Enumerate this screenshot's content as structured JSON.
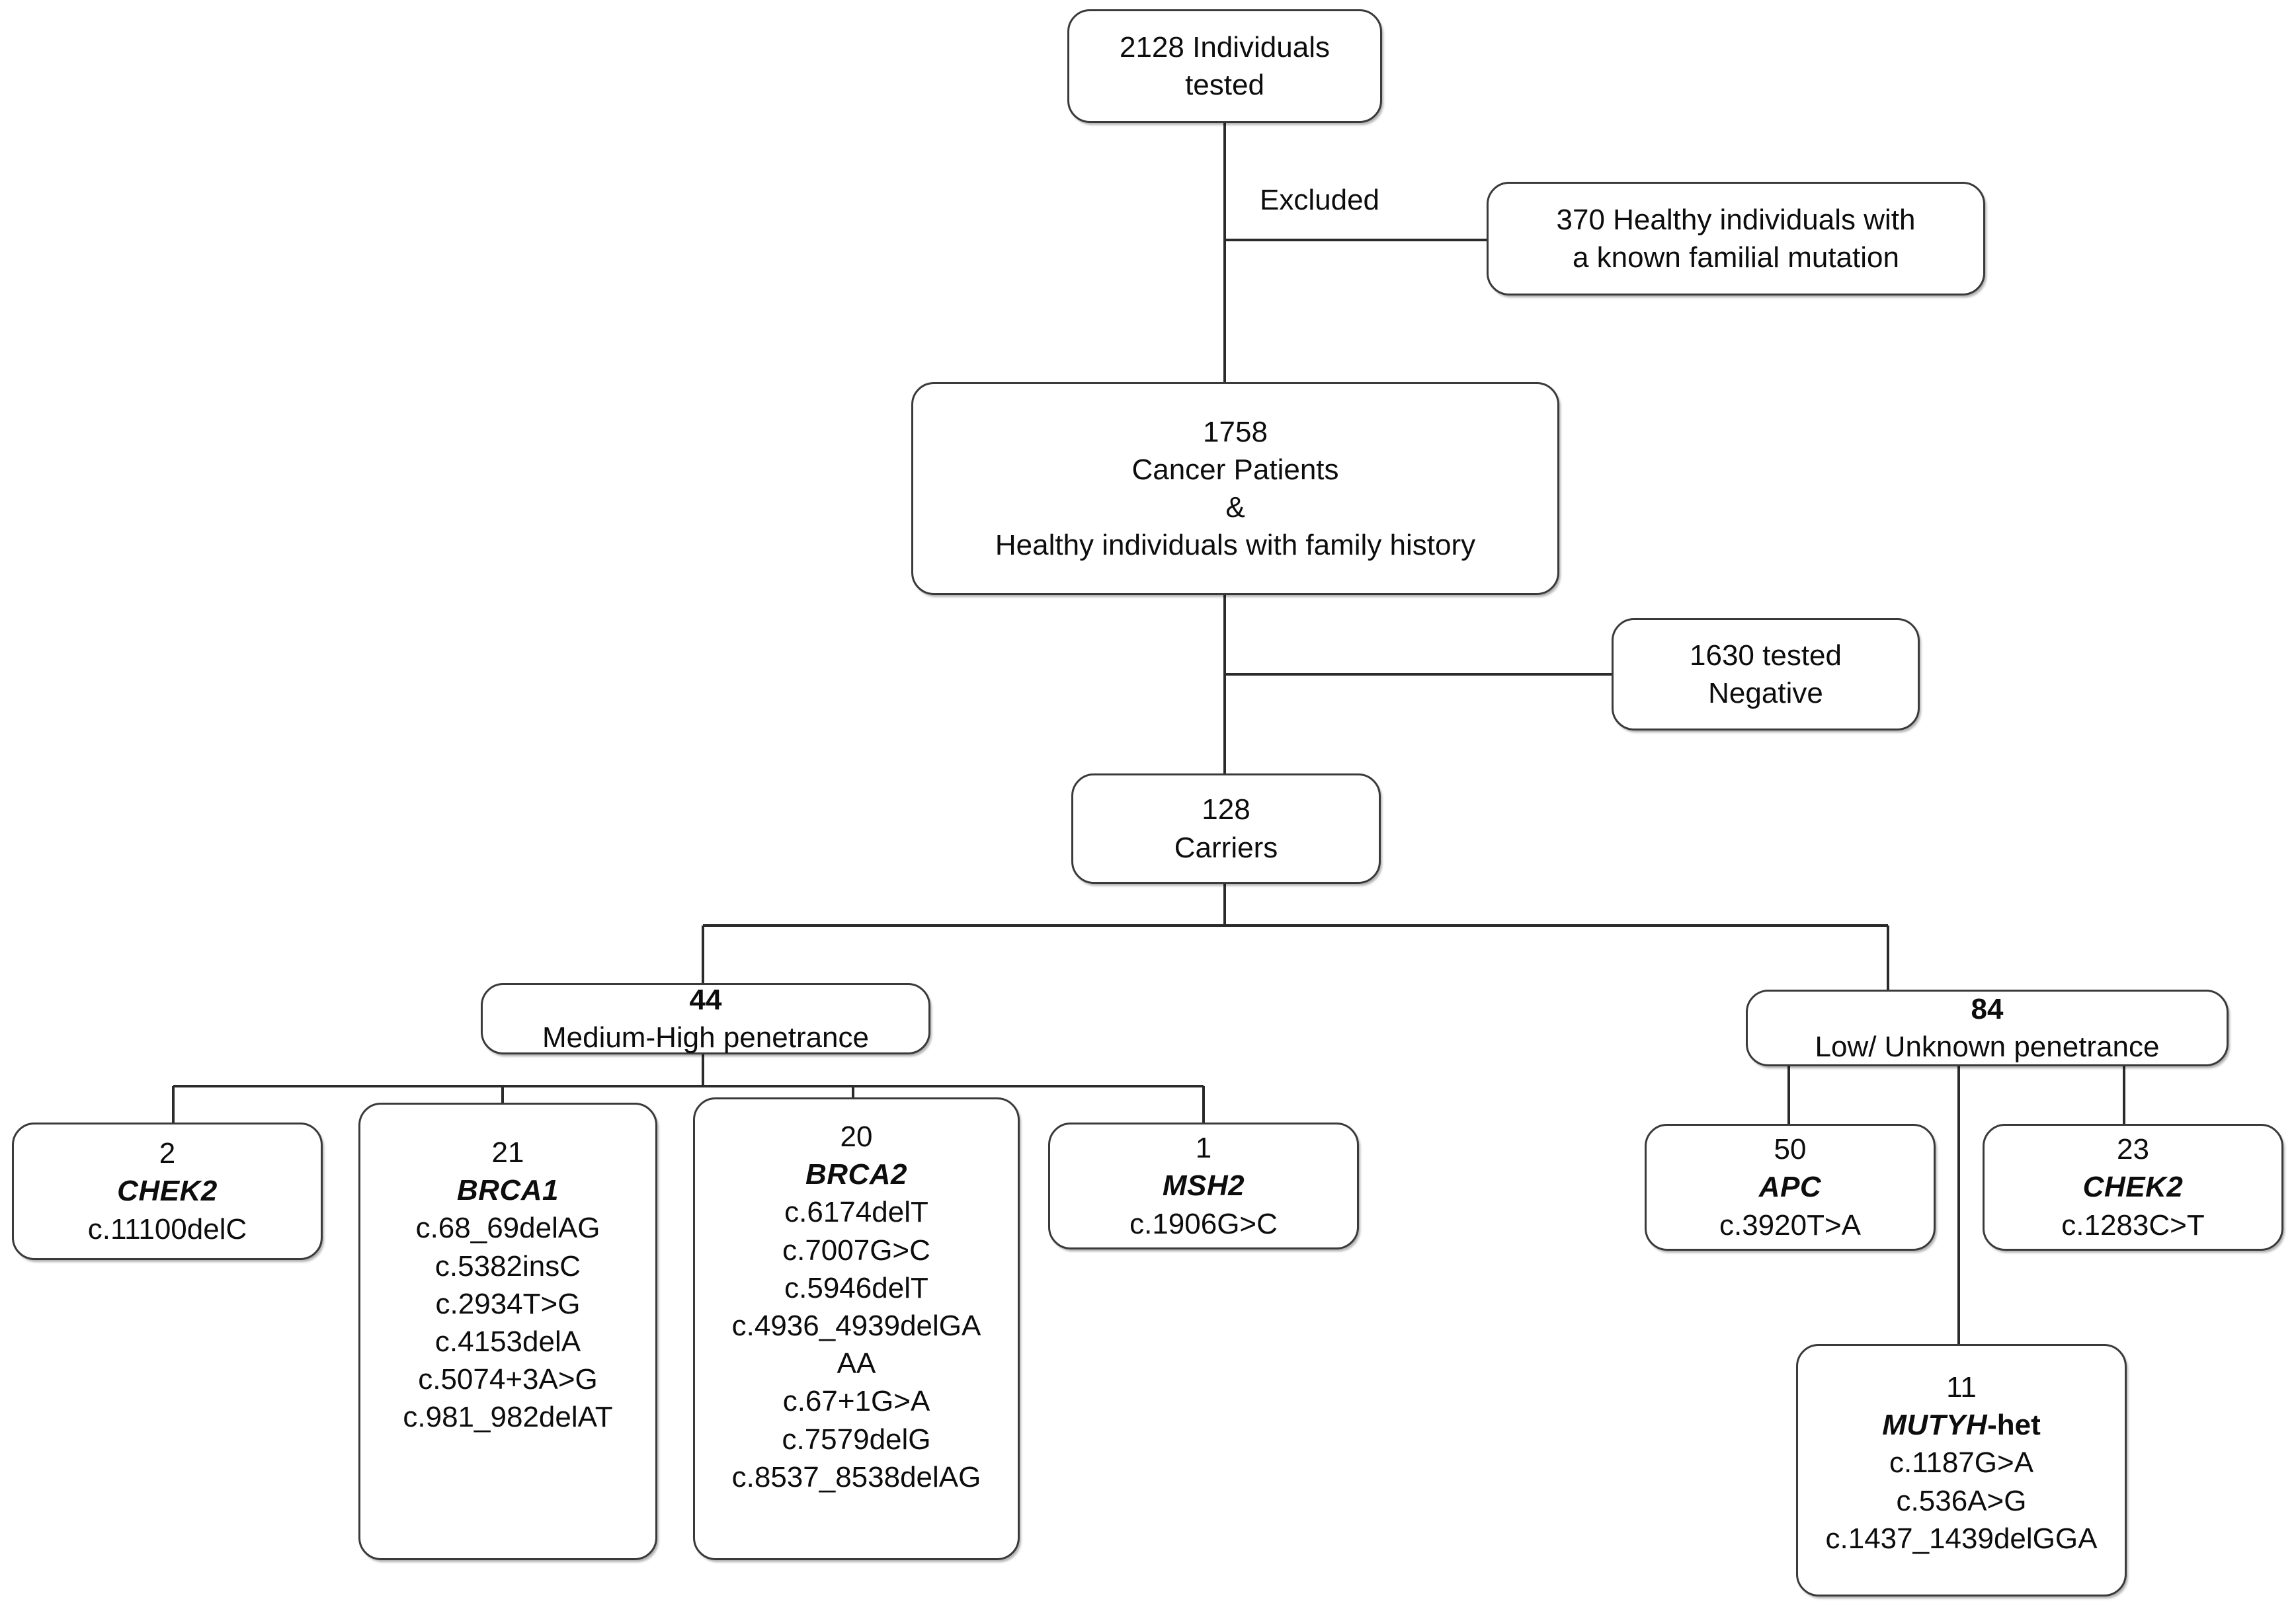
{
  "diagram": {
    "title": "Genetic testing cohort flowchart",
    "edge_labels": [
      {
        "id": "excluded",
        "text": "Excluded"
      }
    ],
    "nodes": [
      {
        "id": "tested",
        "name": "individuals-tested-node",
        "count": "2128 Individuals",
        "label": "tested"
      },
      {
        "id": "excluded_box",
        "name": "excluded-healthy-node",
        "line1": "370 Healthy individuals with",
        "line2": "a known familial mutation"
      },
      {
        "id": "cancer_patients",
        "name": "cancer-patients-node",
        "count": "1758",
        "line1": "Cancer Patients",
        "line2": "&",
        "line3": "Healthy individuals with family history"
      },
      {
        "id": "negative",
        "name": "tested-negative-node",
        "count": "1630 tested",
        "label": "Negative"
      },
      {
        "id": "carriers",
        "name": "carriers-node",
        "count": "128",
        "label": "Carriers"
      },
      {
        "id": "med_high",
        "name": "medium-high-penetrance-node",
        "count": "44",
        "label": "Medium-High penetrance"
      },
      {
        "id": "low_unknown",
        "name": "low-unknown-penetrance-node",
        "count": "84",
        "label": "Low/ Unknown penetrance"
      },
      {
        "id": "chek2_left",
        "name": "gene-node-chek2-medium-high",
        "count": "2",
        "gene": "CHEK2",
        "variants": [
          "c.11100delC"
        ]
      },
      {
        "id": "brca1",
        "name": "gene-node-brca1",
        "count": "21",
        "gene": "BRCA1",
        "variants": [
          "c.68_69delAG",
          "c.5382insC",
          "c.2934T>G",
          "c.4153delA",
          "c.5074+3A>G",
          "c.981_982delAT"
        ]
      },
      {
        "id": "brca2",
        "name": "gene-node-brca2",
        "count": "20",
        "gene": "BRCA2",
        "variants": [
          "c.6174delT",
          "c.7007G>C",
          "c.5946delT",
          "c.4936_4939delGA",
          "AA",
          "c.67+1G>A",
          "c.7579delG",
          "c.8537_8538delAG"
        ]
      },
      {
        "id": "msh2",
        "name": "gene-node-msh2",
        "count": "1",
        "gene": "MSH2",
        "variants": [
          "c.1906G>C"
        ]
      },
      {
        "id": "apc",
        "name": "gene-node-apc",
        "count": "50",
        "gene": "APC",
        "variants": [
          "c.3920T>A"
        ]
      },
      {
        "id": "chek2_right",
        "name": "gene-node-chek2-low-unknown",
        "count": "23",
        "gene": "CHEK2",
        "variants": [
          "c.1283C>T"
        ]
      },
      {
        "id": "mutyh",
        "name": "gene-node-mutyh-het",
        "count": "11",
        "gene": "MUTYH",
        "gene_suffix": "-het",
        "variants": [
          "c.1187G>A",
          "c.536A>G",
          "c.1437_1439delGGA"
        ]
      }
    ],
    "colors": {
      "stroke": "#2b2b2b",
      "box_border": "#3a3a3a",
      "text": "#0d0d0d",
      "background": "#ffffff"
    }
  }
}
